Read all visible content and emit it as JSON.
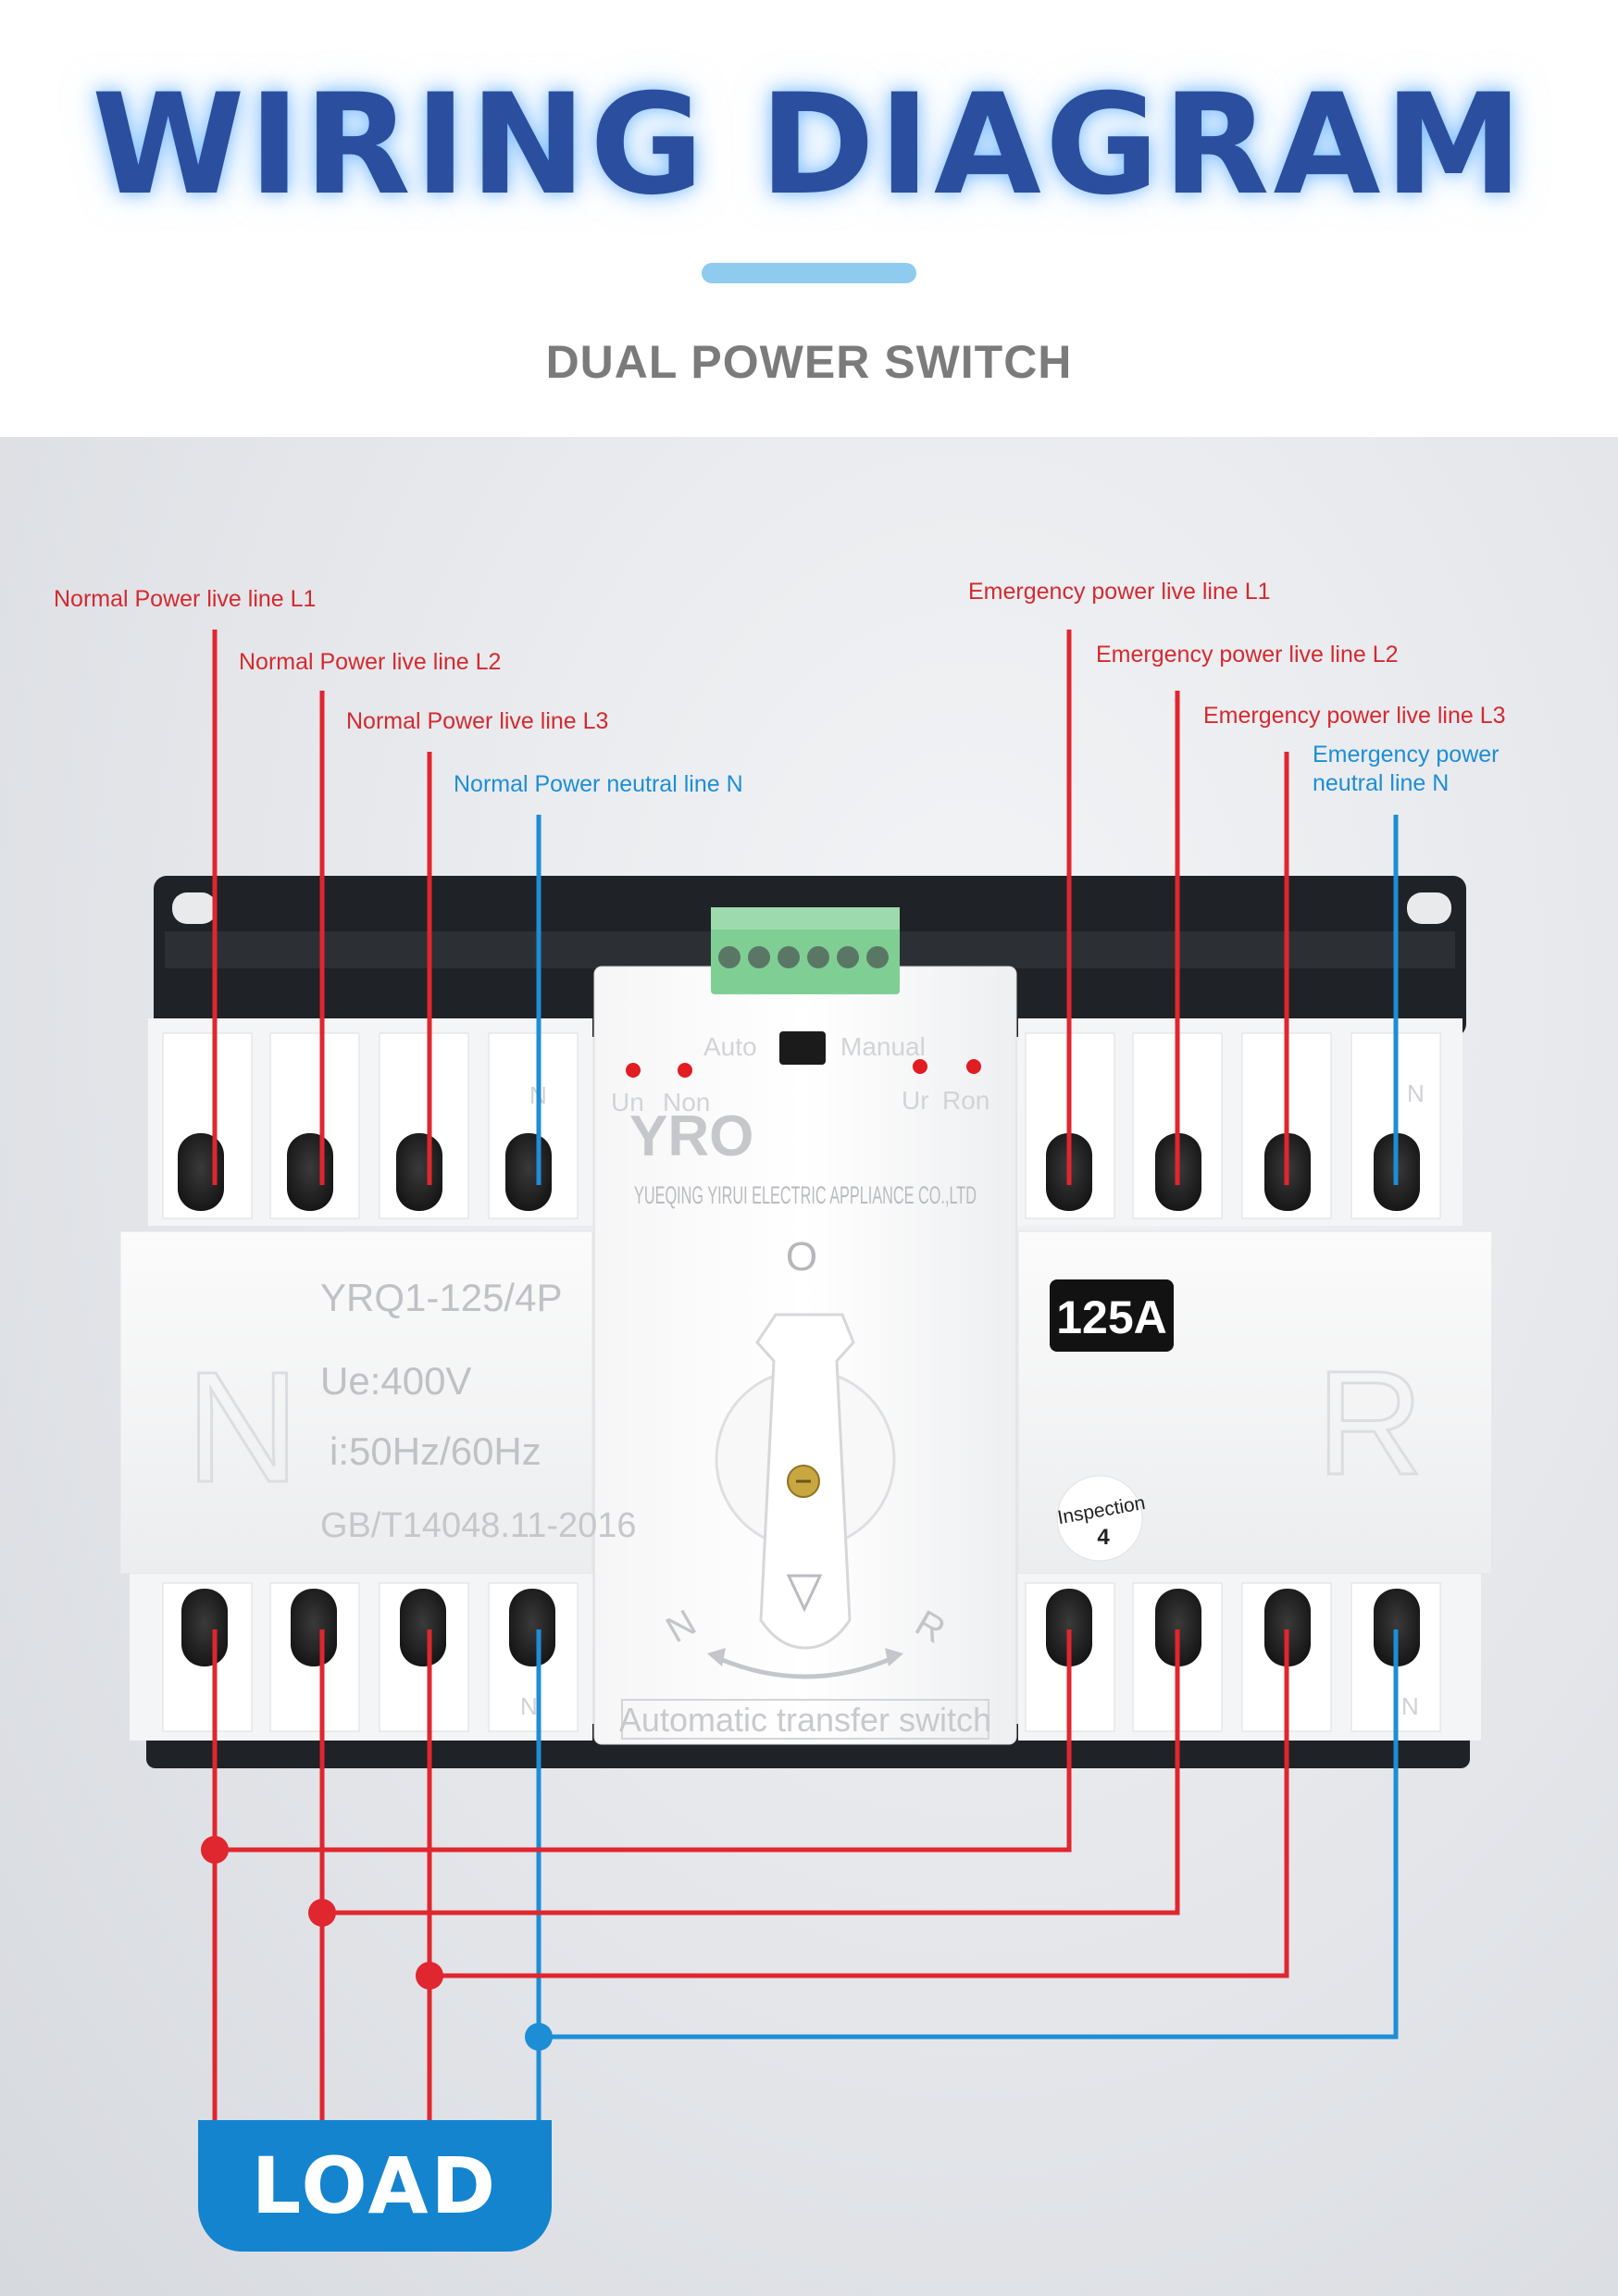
{
  "header": {
    "title": "WIRING DIAGRAM",
    "subtitle": "DUAL POWER SWITCH"
  },
  "labels": {
    "normal_l1": "Normal Power live line L1",
    "normal_l2": "Normal Power live line L2",
    "normal_l3": "Normal Power live line L3",
    "normal_n": "Normal Power neutral line N",
    "emergency_l1": "Emergency power live line L1",
    "emergency_l2": "Emergency power live line L2",
    "emergency_l3": "Emergency power live line L3",
    "emergency_n_line1": "Emergency power",
    "emergency_n_line2": "neutral line N"
  },
  "device": {
    "brand": "YRO",
    "maker": "YUEQING YIRUI ELECTRIC APPLIANCE CO.,LTD",
    "model": "YRQ1-125/4P",
    "voltage": "Ue:400V",
    "frequency": "i:50Hz/60Hz",
    "standard": "GB/T14048.11-2016",
    "rating": "125A",
    "left_letter": "N",
    "right_letter": "R",
    "inspection_label": "Inspection",
    "inspection_number": "4",
    "mode_auto": "Auto",
    "mode_manual": "Manual",
    "led_left_1": "Un",
    "led_left_2": "Non",
    "led_right_1": "Ur",
    "led_right_2": "Ron",
    "position_off": "O",
    "knob_left": "N",
    "knob_right": "R",
    "terminal_n": "N",
    "bottom_plate": "Automatic transfer switch"
  },
  "load": {
    "label": "LOAD"
  },
  "colors": {
    "title": "#2b4f9e",
    "live_wire": "#e0262e",
    "neutral_wire": "#1d8ed6",
    "load_box": "#1484cf",
    "subtitle": "#7b7b7b"
  }
}
